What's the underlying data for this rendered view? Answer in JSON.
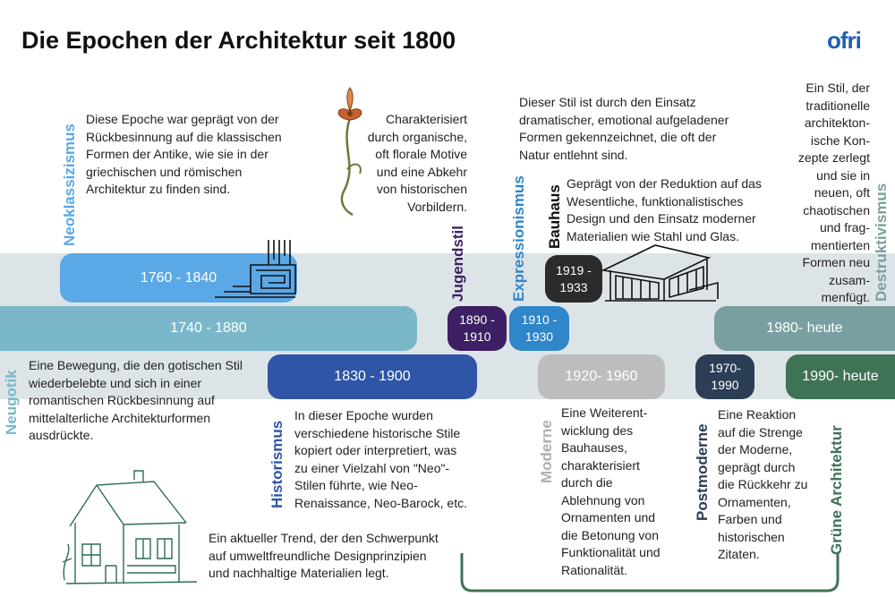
{
  "title": "Die Epochen der Architektur seit 1800",
  "logo": "ofri",
  "colors": {
    "neoklassizismus": "#5ba8e6",
    "neugotik": "#7ab8c9",
    "historismus": "#2f55a6",
    "jugendstil": "#3d1f63",
    "expressionismus": "#2f86c9",
    "bauhaus": "#2b2b2b",
    "moderne": "#bdbdbd",
    "postmoderne": "#2c3e55",
    "destruktivismus": "#7a9fa0",
    "gruene": "#3f7357"
  },
  "epochs": {
    "neoklassizismus": {
      "label": "Neoklassizismus",
      "period": "1760 - 1840",
      "text": "Diese Epoche war geprägt von der\nRückbesinnung auf die klassischen\nFormen der Antike, wie sie in der\ngriechischen und römischen\nArchitektur zu finden sind."
    },
    "neugotik": {
      "label": "Neugotik",
      "period": "1740 - 1880",
      "text": "Eine Bewegung, die den gotischen Stil\nwiederbelebte und sich in einer\nromantischen Rückbesinnung auf\nmittelalterliche Architekturformen\nausdrückte."
    },
    "historismus": {
      "label": "Historismus",
      "period": "1830 - 1900",
      "text": " In dieser Epoche wurden\nverschiedene historische Stile\nkopiert oder interpretiert, was\nzu einer Vielzahl von \"Neo\"-\nStilen führte, wie Neo-\nRenaissance, Neo-Barock, etc."
    },
    "jugendstil": {
      "label": "Jugendstil",
      "period": "1890 -\n1910",
      "text": "Charakterisiert\ndurch organische,\noft florale Motive\nund eine Abkehr\nvon historischen\nVorbildern."
    },
    "expressionismus": {
      "label": "Expressionismus",
      "period": "1910 -\n1930",
      "text": "Dieser Stil ist durch den Einsatz\ndramatischer, emotional aufgeladener\nFormen gekennzeichnet, die oft der\nNatur entlehnt sind."
    },
    "bauhaus": {
      "label": "Bauhaus",
      "period": "1919 -\n1933",
      "text": "Geprägt von der Reduktion auf das\nWesentliche, funktionalistisches\nDesign und den Einsatz moderner\nMaterialien wie Stahl und Glas."
    },
    "moderne": {
      "label": "Moderne",
      "period": "1920- 1960",
      "text": "Eine Weiterent-\nwicklung des\nBauhauses,\ncharakterisiert\ndurch die\nAblehnung von\nOrnamenten und\ndie Betonung von\nFunktionalität und\nRationalität."
    },
    "postmoderne": {
      "label": "Postmoderne",
      "period": "1970-\n1990",
      "text": "Eine Reaktion\nauf die Strenge\nder Moderne,\ngeprägt durch\ndie Rückkehr zu\nOrnamenten,\nFarben und\nhistorischen\nZitaten."
    },
    "destruktivismus": {
      "label": "Destruktivismus",
      "period": "1980- heute",
      "text": "Ein Stil, der\ntraditionelle\narchitekton-\nische Kon-\nzepte zerlegt\nund sie in\nneuen, oft\nchaotischen\nund frag-\nmentierten\nFormen neu\nzusam-\nmenfügt."
    },
    "gruene": {
      "label": "Grüne Architektur",
      "period": "1990- heute",
      "text": "Ein aktueller Trend, der den Schwerpunkt\nauf umweltfreundliche Designprinzipien\nund nachhaltige Materialien legt."
    }
  }
}
